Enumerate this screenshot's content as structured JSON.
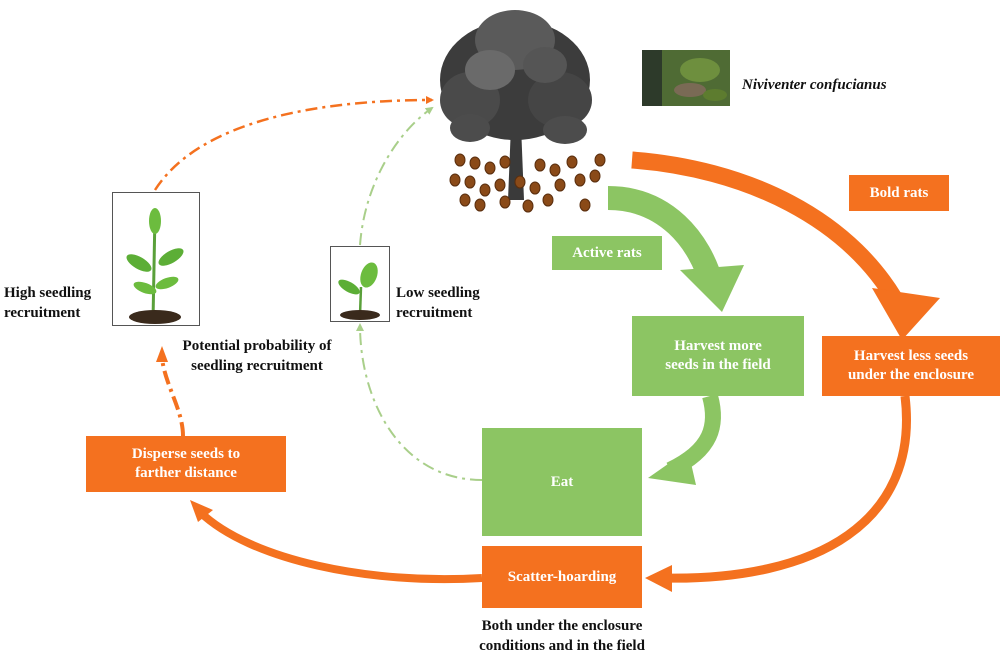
{
  "species": {
    "name": "Niviventer confucianus"
  },
  "boxes": {
    "bold_rats": "Bold  rats",
    "active_rats": "Active rats",
    "harvest_more_l1": "Harvest  more",
    "harvest_more_l2": "seeds in the field",
    "harvest_less_l1": "Harvest less seeds",
    "harvest_less_l2": "under the enclosure",
    "eat": "Eat",
    "scatter_hoarding": "Scatter-hoarding",
    "disperse_l1": "Disperse seeds to",
    "disperse_l2": "farther distance"
  },
  "labels": {
    "high_l1": "High seedling",
    "high_l2": "recruitment",
    "low_l1": "Low seedling",
    "low_l2": "recruitment",
    "potential_l1": "Potential probability of",
    "potential_l2": "seedling recruitment",
    "both_l1": "Both under the enclosure",
    "both_l2": "conditions and in the field"
  },
  "colors": {
    "orange": "#f4711f",
    "green": "#8cc563",
    "pale_green": "#a9cf8a"
  }
}
